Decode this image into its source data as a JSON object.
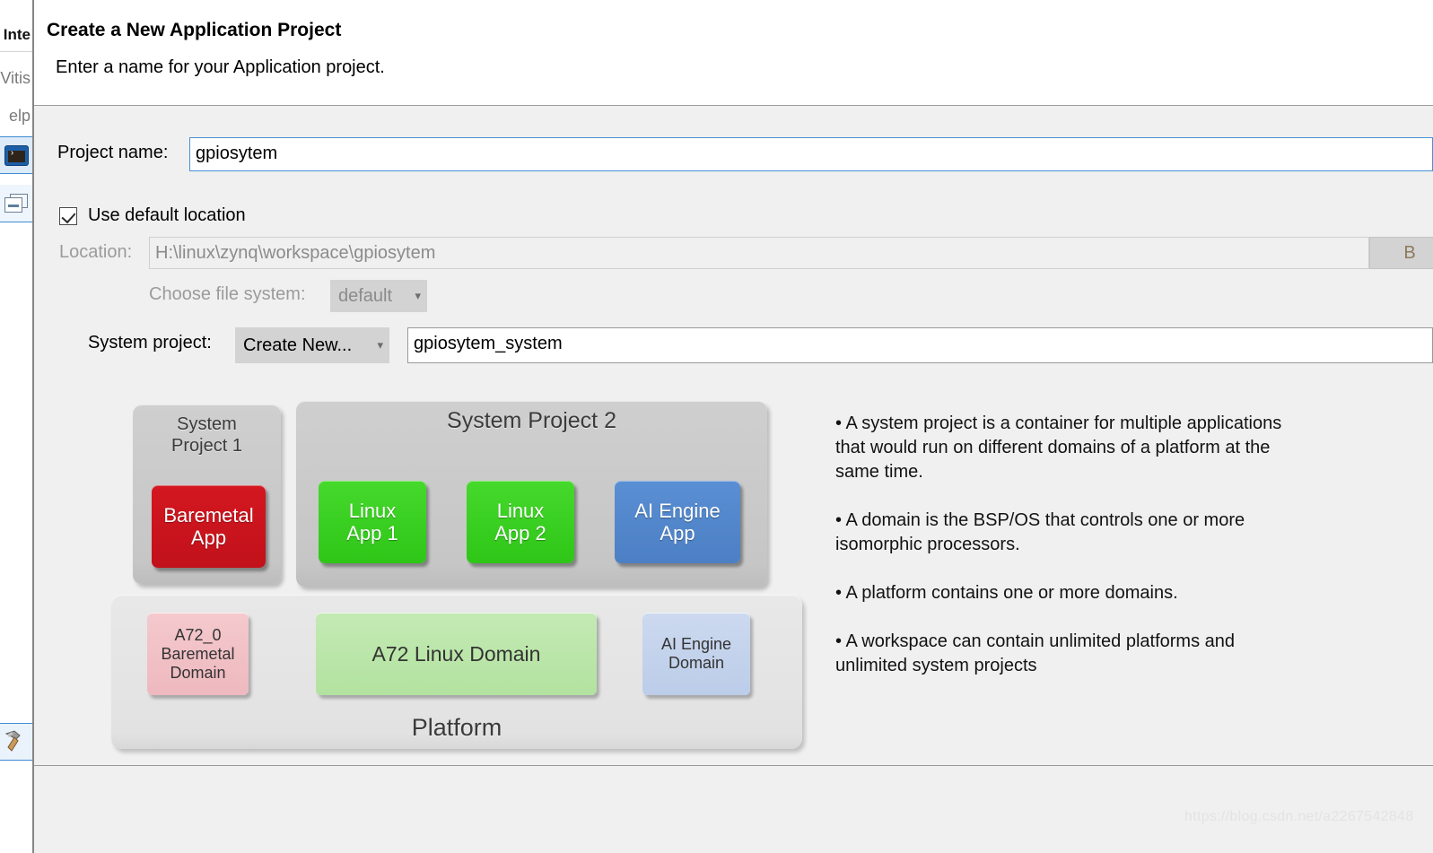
{
  "ide": {
    "menu_tab_label": "Inte",
    "menu_items": [
      "Vitis",
      "elp"
    ],
    "tool_icons": [
      "terminal-icon",
      "window-icon",
      "hammer-icon"
    ]
  },
  "dialog": {
    "title": "Create a New Application Project",
    "subtitle": "Enter a name for your Application project.",
    "fields": {
      "project_name_label": "Project name:",
      "project_name_value": "gpiosytem",
      "use_default_location_label": "Use default location",
      "use_default_location_checked": true,
      "location_label": "Location:",
      "location_value": "H:\\linux\\zynq\\workspace\\gpiosytem",
      "browse_label": "B",
      "choose_file_system_label": "Choose file system:",
      "choose_file_system_value": "default",
      "system_project_label": "System project:",
      "system_project_value": "Create New...",
      "system_project_name_value": "gpiosytem_system"
    }
  },
  "diagram": {
    "system_project_1": {
      "caption": "System\nProject 1",
      "apps": [
        {
          "label": "Baremetal\nApp",
          "color": "#c1111a",
          "kind": "red"
        }
      ]
    },
    "system_project_2": {
      "caption": "System Project 2",
      "apps": [
        {
          "label": "Linux\nApp 1",
          "color": "#2fc618",
          "kind": "green"
        },
        {
          "label": "Linux\nApp 2",
          "color": "#2fc618",
          "kind": "green"
        },
        {
          "label": "AI Engine\nApp",
          "color": "#4c7fc4",
          "kind": "blue"
        }
      ]
    },
    "platform": {
      "caption": "Platform",
      "domains": [
        {
          "label": "A72_0\nBaremetal\nDomain",
          "color": "#eeb9bf",
          "kind": "pink"
        },
        {
          "label": "A72 Linux Domain",
          "color": "#b2e2a0",
          "kind": "lgreen"
        },
        {
          "label": "AI Engine\nDomain",
          "color": "#bccde9",
          "kind": "lblue"
        }
      ]
    }
  },
  "bullets": [
    "• A system project is a container for multiple applications that would run on different domains of a platform at the same time.",
    "• A domain is the BSP/OS that controls one or more isomorphic processors.",
    "• A platform contains one or more domains.",
    "• A workspace can contain unlimited platforms and unlimited system projects"
  ],
  "watermark": "https://blog.csdn.net/a2267542848",
  "colors": {
    "dialog_bg": "#f0f0f0",
    "header_bg": "#ffffff",
    "input_focus_border": "#4a90d9",
    "accent_blue": "#3f8cd0"
  }
}
